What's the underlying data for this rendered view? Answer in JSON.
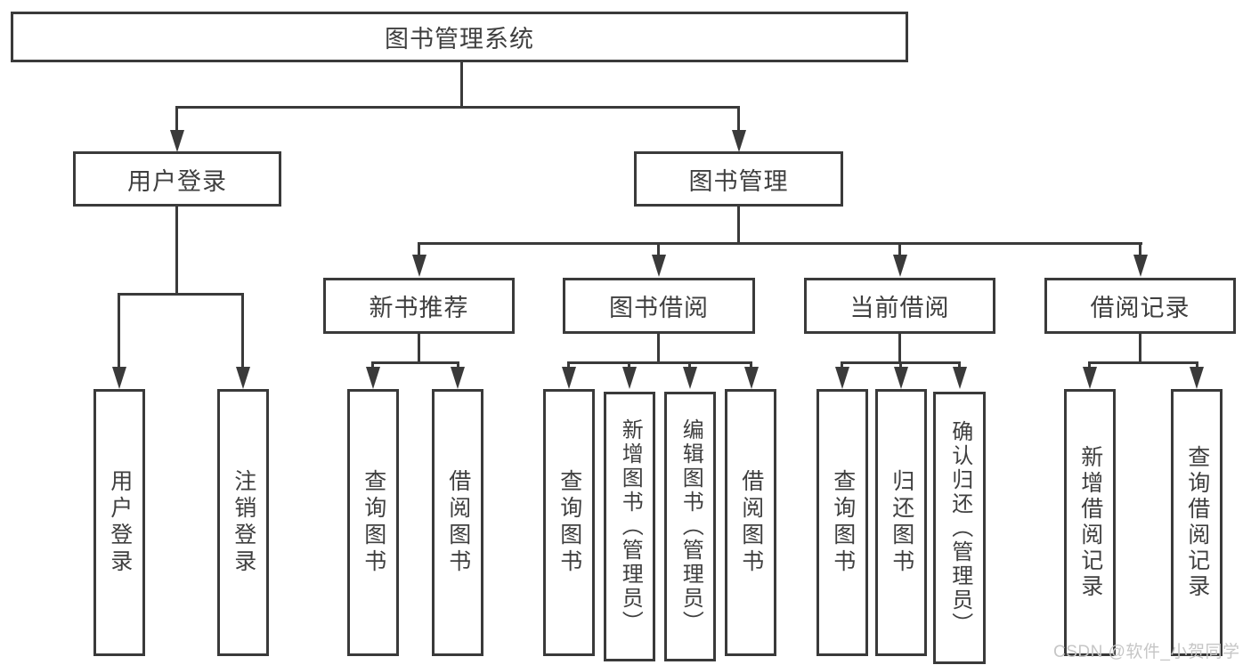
{
  "diagram_title": "图书管理系统",
  "watermark": "CSDN @软件_小贺同学",
  "colors": {
    "line": "#3a3a3a",
    "text": "#3f3f3f",
    "watermark": "#c6c6c6",
    "background": "#ffffff"
  },
  "nodes": {
    "root": {
      "label": "图书管理系统"
    },
    "level2": [
      {
        "label": "用户登录"
      },
      {
        "label": "图书管理"
      }
    ],
    "level3": [
      {
        "label": "新书推荐"
      },
      {
        "label": "图书借阅"
      },
      {
        "label": "当前借阅"
      },
      {
        "label": "借阅记录"
      }
    ],
    "leaves": {
      "user_login": [
        {
          "label": "用户登录"
        },
        {
          "label": "注销登录"
        }
      ],
      "new_book_recommend": [
        {
          "label": "查询图书"
        },
        {
          "label": "借阅图书"
        }
      ],
      "book_borrow": [
        {
          "label": "查询图书"
        },
        {
          "label": "新增图书（管理员）"
        },
        {
          "label": "编辑图书（管理员）"
        },
        {
          "label": "借阅图书"
        }
      ],
      "current_borrow": [
        {
          "label": "查询图书"
        },
        {
          "label": "归还图书"
        },
        {
          "label": "确认归还（管理员）"
        }
      ],
      "borrow_records": [
        {
          "label": "新增借阅记录"
        },
        {
          "label": "查询借阅记录"
        }
      ]
    }
  }
}
